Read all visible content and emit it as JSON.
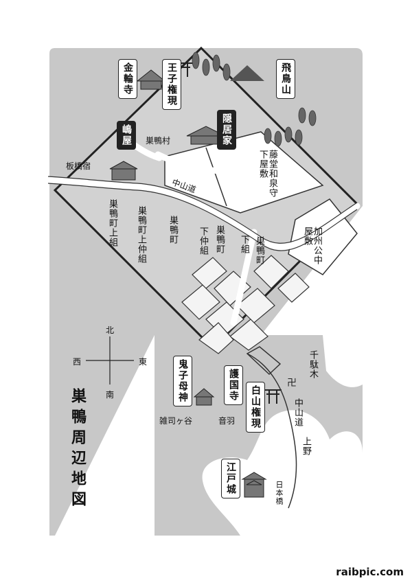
{
  "title": "巣鴨周辺地図",
  "credit": "raibpic.com",
  "compass": {
    "north": "北",
    "south": "南",
    "east": "東",
    "west": "西"
  },
  "boxed_labels": [
    {
      "key": "kinrinji",
      "text": "金輪寺"
    },
    {
      "key": "oji",
      "text": "王子権現"
    },
    {
      "key": "asukayama",
      "text": "飛鳥山"
    },
    {
      "key": "inkyoya",
      "text": "隠居家"
    },
    {
      "key": "shimaya",
      "text": "嶋屋"
    },
    {
      "key": "kishimojin",
      "text": "鬼子母神"
    },
    {
      "key": "gokokuji",
      "text": "護国寺"
    },
    {
      "key": "hakusan",
      "text": "白山権現"
    },
    {
      "key": "edojo",
      "text": "江戸城"
    }
  ],
  "labels": {
    "sugamomura": "巣鴨村",
    "itabashi": "板橋宿",
    "nakasendo1": "中山道",
    "nakasendo2": "中山道",
    "todo": "藤堂和泉守下屋敷",
    "kaga": "加州公中屋敷",
    "kamigumi": "巣鴨町上組",
    "kaminaka": "巣鴨町上仲組",
    "sugamocho": "巣鴨町",
    "shimonaka": "下仲組",
    "sugamocho2": "巣鴨町",
    "shimogumi": "下組",
    "sugamocho3": "巣鴨町",
    "sendagi": "千駄木",
    "zoshigaya": "雑司ヶ谷",
    "otowa": "音羽",
    "ueno": "上野",
    "nihonbashi": "日本橋"
  }
}
